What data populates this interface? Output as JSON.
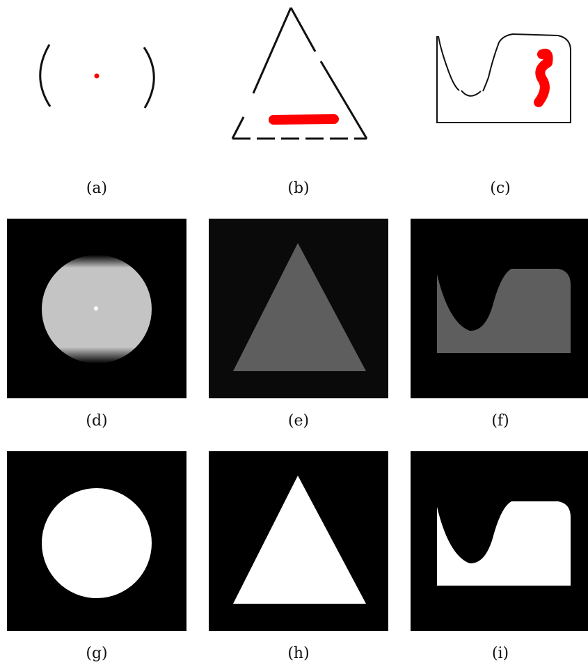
{
  "figure": {
    "panels": [
      {
        "caption": "(a)",
        "kind": "sketch",
        "shape": "circle"
      },
      {
        "caption": "(b)",
        "kind": "sketch",
        "shape": "triangle"
      },
      {
        "caption": "(c)",
        "kind": "sketch",
        "shape": "wave-box"
      },
      {
        "caption": "(d)",
        "kind": "soft-output",
        "shape": "circle"
      },
      {
        "caption": "(e)",
        "kind": "soft-output",
        "shape": "triangle"
      },
      {
        "caption": "(f)",
        "kind": "soft-output",
        "shape": "wave-box"
      },
      {
        "caption": "(g)",
        "kind": "binary-mask",
        "shape": "circle"
      },
      {
        "caption": "(h)",
        "kind": "binary-mask",
        "shape": "triangle"
      },
      {
        "caption": "(i)",
        "kind": "binary-mask",
        "shape": "wave-box"
      }
    ]
  },
  "colors": {
    "stroke": "#111111",
    "scribble": "#ff0000",
    "background_dark": "#000000",
    "mask_fill": "#ffffff",
    "soft_circle": "#c4c4c4",
    "soft_shape": "#5e5e5e"
  }
}
